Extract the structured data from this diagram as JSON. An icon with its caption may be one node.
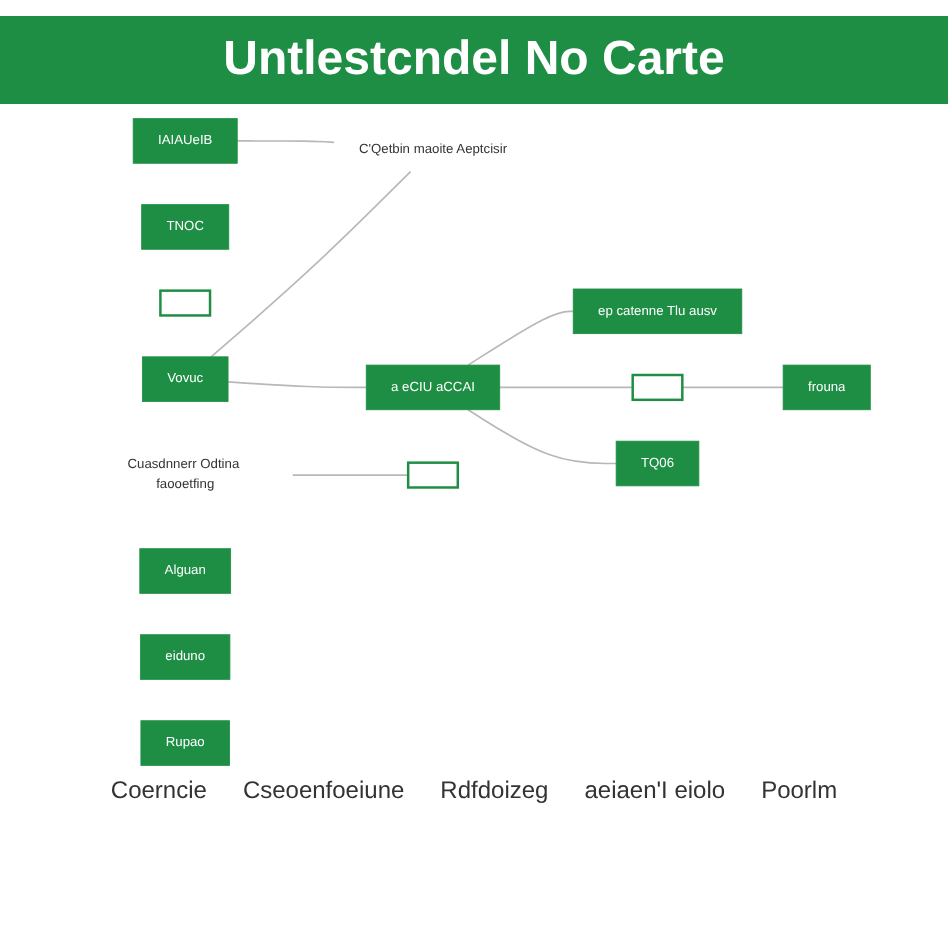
{
  "diagram": {
    "title": "Untlestcndel No Carte",
    "nodes": [
      {
        "text": [
          "Vovuc"
        ]
      },
      {
        "text": [
          "TNOC"
        ]
      },
      {
        "text": [],
        "shape": "box"
      },
      {
        "text": [
          "C'Qetbin maoite Aeptcisir"
        ]
      },
      {
        "text": [
          "IAIAUeIB"
        ]
      },
      {
        "text": [
          "a eCIU aCCAI"
        ]
      },
      {
        "text": [
          "ep catenne Tlu ausv"
        ]
      },
      {
        "text": [],
        "shape": "box"
      },
      {
        "text": [
          "frouna"
        ]
      },
      {
        "text": [
          "Cuasdnnerr Odtina faooetfing"
        ]
      },
      {
        "text": [
          "TQ06"
        ]
      },
      {
        "text": [
          "Alguan"
        ]
      },
      {
        "text": [
          "eiduno"
        ]
      },
      {
        "text": [],
        "shape": "box"
      },
      {
        "text": [
          "Rupao"
        ]
      }
    ],
    "edges": [
      {
        "from": 0,
        "to": 3,
        "arrow": "none"
      },
      {
        "from": 0,
        "to": 5,
        "arrow": "none"
      },
      {
        "from": 4,
        "to": 3,
        "arrow": "none"
      },
      {
        "from": 5,
        "to": 7,
        "arrow": "none"
      },
      {
        "from": 7,
        "to": 8,
        "arrow": "none"
      },
      {
        "from": 5,
        "to": 6,
        "arrow": "none"
      },
      {
        "from": 5,
        "to": 10,
        "arrow": "none"
      },
      {
        "from": 9,
        "to": 13,
        "arrow": "none"
      }
    ],
    "labels": [
      "Coerncie",
      "Cseoenfoeiune",
      "Rdfdoizeg",
      "aeiaen'I eiolo",
      "Poorlm"
    ]
  }
}
